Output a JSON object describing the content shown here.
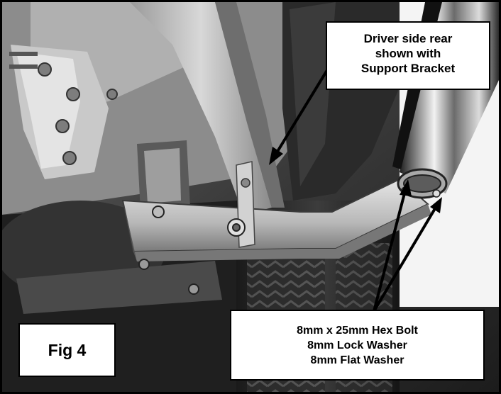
{
  "figure": {
    "label": "Fig 4",
    "callouts": {
      "top": {
        "lines": [
          "Driver side rear",
          "shown with",
          "Support Bracket"
        ]
      },
      "bottom": {
        "lines": [
          "8mm x 25mm Hex Bolt",
          "8mm Lock Washer",
          "8mm Flat Washer"
        ]
      }
    }
  }
}
